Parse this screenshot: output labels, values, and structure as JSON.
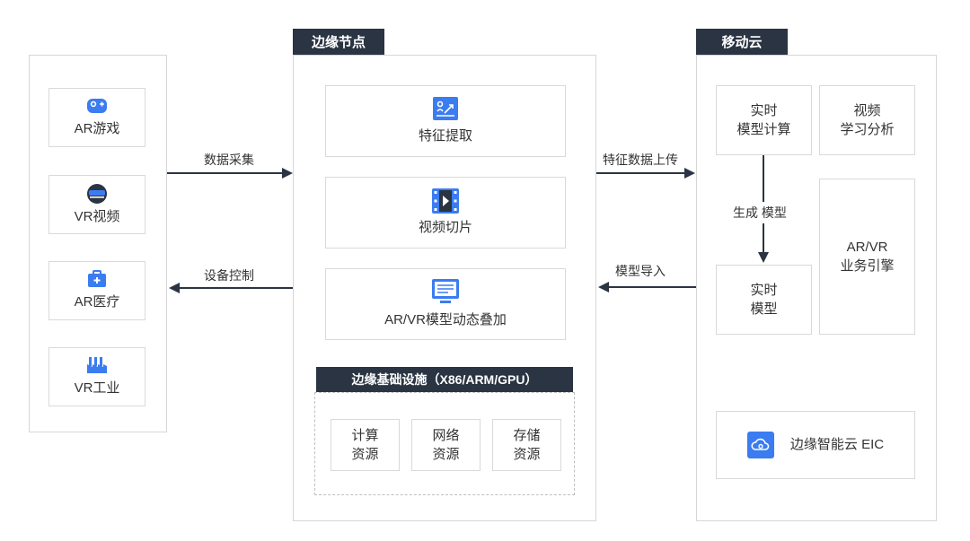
{
  "devices": [
    {
      "label": "AR游戏",
      "icon": "gamepad-icon"
    },
    {
      "label": "VR视频",
      "icon": "vr-headset-icon"
    },
    {
      "label": "AR医疗",
      "icon": "medical-kit-icon"
    },
    {
      "label": "VR工业",
      "icon": "factory-icon"
    }
  ],
  "arrows": {
    "data_collect": "数据采集",
    "device_control": "设备控制",
    "feature_upload": "特征数据上传",
    "model_import": "模型导入",
    "generate_model": "生成 模型"
  },
  "edge": {
    "title": "边缘节点",
    "functions": [
      {
        "label": "特征提取",
        "icon": "feature-extract-icon"
      },
      {
        "label": "视频切片",
        "icon": "film-icon"
      },
      {
        "label": "AR/VR模型动态叠加",
        "icon": "monitor-icon"
      }
    ],
    "infra_title": "边缘基础设施（X86/ARM/GPU）",
    "infra": [
      "计算\n资源",
      "网络\n资源",
      "存储\n资源"
    ]
  },
  "cloud": {
    "title": "移动云",
    "realtime_compute": "实时\n模型计算",
    "video_learning": "视频\n学习分析",
    "realtime_model": "实时\n模型",
    "arvr_engine": "AR/VR\n业务引擎",
    "eic": "边缘智能云 EIC"
  },
  "colors": {
    "accent": "#3b7cf0",
    "dark": "#2a3442",
    "border": "#d6d6d6"
  }
}
